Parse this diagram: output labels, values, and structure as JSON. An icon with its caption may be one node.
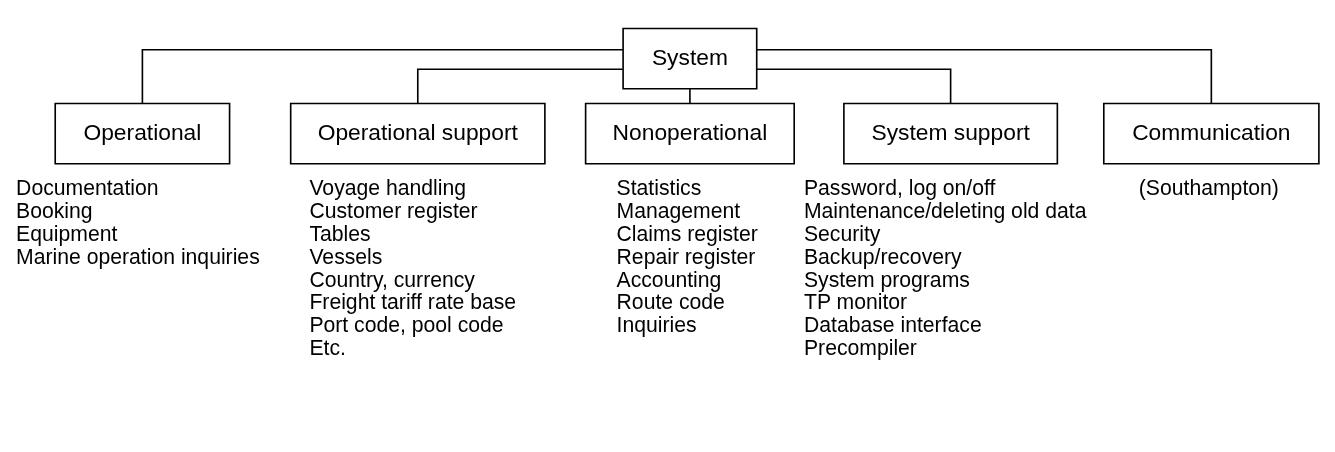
{
  "diagram": {
    "nodes": [
      {
        "text": [
          "System"
        ]
      },
      {
        "text": [
          "Operational"
        ],
        "beside": [
          "Documentation",
          "Booking",
          "Equipment",
          "Marine operation inquiries"
        ]
      },
      {
        "text": [
          "Operational support"
        ],
        "beside": [
          "Voyage handling",
          "Customer register",
          "Tables",
          "Vessels",
          "Country, currency",
          "Freight tariff rate base",
          "Port code, pool code",
          "Etc."
        ]
      },
      {
        "text": [
          "Nonoperational"
        ],
        "beside": [
          "Statistics",
          "Management",
          "Claims register",
          "Repair register",
          "Accounting",
          "Route code",
          "Inquiries"
        ]
      },
      {
        "text": [
          "System support"
        ],
        "beside": [
          "Password, log on/off",
          "Maintenance/deleting old data",
          "Security",
          "Backup/recovery",
          "System programs",
          "TP monitor",
          "Database interface",
          "Precompiler"
        ]
      },
      {
        "text": [
          "Communication"
        ],
        "beside": [
          "(Southampton)"
        ]
      }
    ],
    "edges": [
      {
        "from": 0,
        "to": 1,
        "arrow": "none"
      },
      {
        "from": 0,
        "to": 2,
        "arrow": "none"
      },
      {
        "from": 0,
        "to": 3,
        "arrow": "none"
      },
      {
        "from": 0,
        "to": 4,
        "arrow": "none"
      },
      {
        "from": 0,
        "to": 5,
        "arrow": "none"
      }
    ]
  }
}
